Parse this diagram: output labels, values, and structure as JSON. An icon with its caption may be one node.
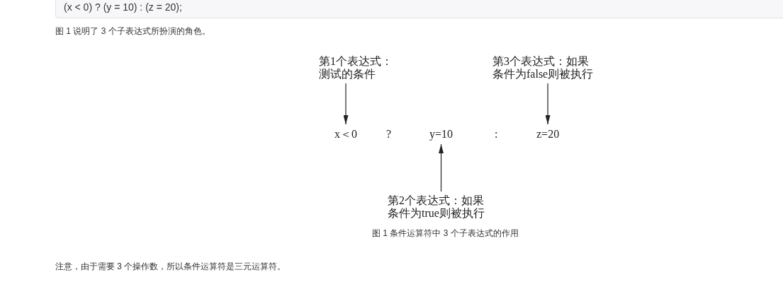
{
  "diagram": {
    "caption": "图 1 条件运算符中 3 个子表达式的作用",
    "nodes": [
      {
        "text": [
          "第1个表达式：测试的条件"
        ]
      },
      {
        "text": [
          "第3个表达式：如果条件为false则被执行"
        ]
      },
      {
        "text": [
          "x＜0"
        ]
      },
      {
        "text": [
          "y=10"
        ]
      },
      {
        "text": [
          "z=20"
        ]
      },
      {
        "text": [
          "第2个表达式：如果条件为true则被执行"
        ]
      }
    ],
    "edges": [
      {
        "from": 0,
        "to": 2,
        "arrow": "to"
      },
      {
        "from": 1,
        "to": 4,
        "arrow": "to"
      },
      {
        "from": 5,
        "to": 3,
        "arrow": "to"
      }
    ],
    "labels": [
      "(x < 0) ? (y = 10) : (z = 20);",
      "图 1 说明了 3 个子表达式所扮演的角色。",
      "?",
      ":",
      "注意，由于需要 3 个操作数，所以条件运算符是三元运算符。"
    ]
  }
}
